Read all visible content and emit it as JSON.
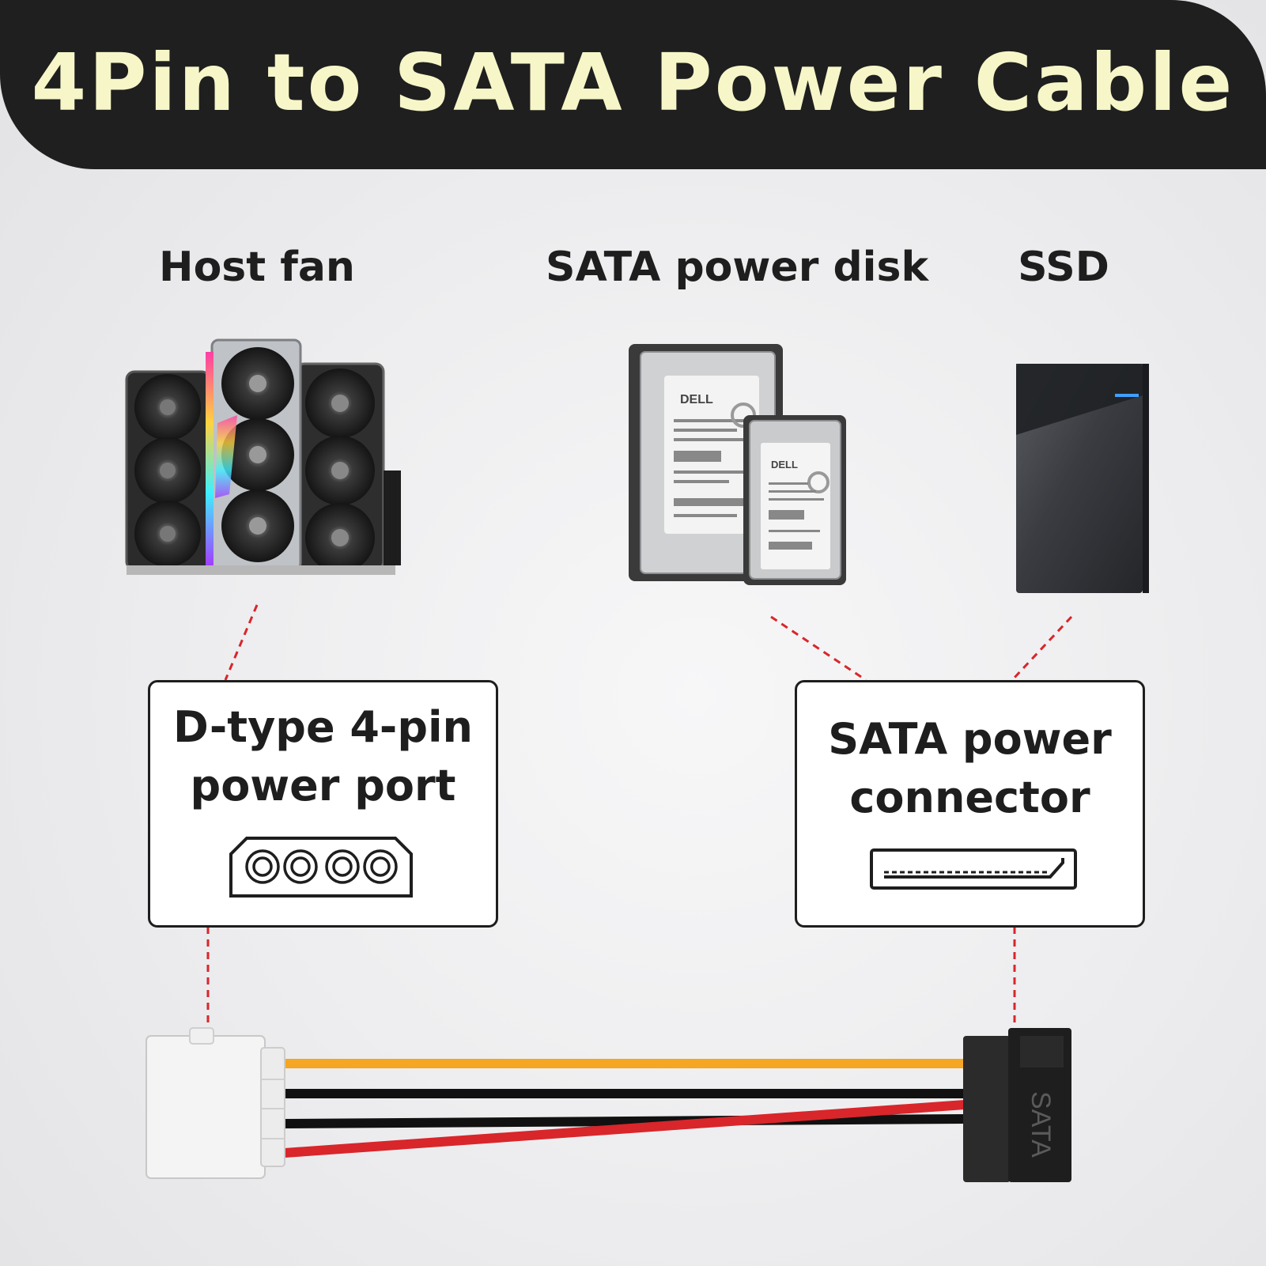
{
  "title": "4Pin to SATA Power Cable",
  "device_labels": {
    "host_fan": "Host fan",
    "sata_power_disk": "SATA power disk",
    "ssd": "SSD"
  },
  "callouts": {
    "molex": {
      "line1": "D-type 4-pin",
      "line2": "power port"
    },
    "sata": {
      "line1": "SATA power",
      "line2": "connector"
    }
  },
  "cable": {
    "connector_marking": "SATA",
    "wire_colors": [
      "#f5a623",
      "#111111",
      "#111111",
      "#d8262b"
    ]
  },
  "colors": {
    "banner": "#1f1f1f",
    "title_text": "#f6f6c9",
    "leader_line": "#d8262b"
  }
}
